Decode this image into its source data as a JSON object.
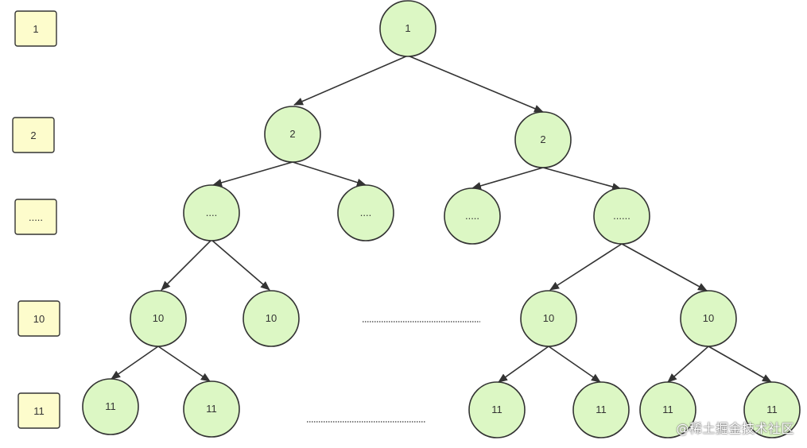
{
  "levels": {
    "l1": "1",
    "l2": "2",
    "l3": ".....",
    "l4": "10",
    "l5": "11"
  },
  "nodes": {
    "root": "1",
    "l2_left": "2",
    "l2_right": "2",
    "l3_a": "....",
    "l3_b": "....",
    "l3_c": ".....",
    "l3_d": "......",
    "l4_a": "10",
    "l4_b": "10",
    "l4_c": "10",
    "l4_d": "10",
    "l5_a": "11",
    "l5_b": "11",
    "l5_c": "11",
    "l5_d": "11",
    "l5_e": "11",
    "l5_f": "11"
  },
  "watermark": "@稀土掘金技术社区"
}
